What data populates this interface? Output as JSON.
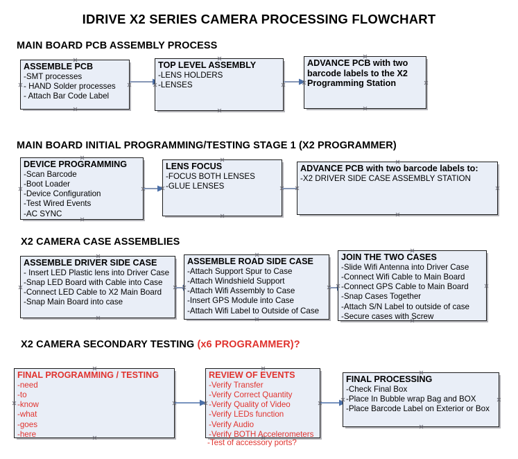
{
  "title": "IDRIVE X2  SERIES CAMERA PROCESSING FLOWCHART",
  "sections": [
    {
      "header": "MAIN BOARD PCB ASSEMBLY PROCESS",
      "header_accent": "",
      "nodes": [
        {
          "title": "ASSEMBLE PCB",
          "lines": [
            "-SMT processes",
            "- HAND Solder processes",
            "- Attach Bar Code Label"
          ]
        },
        {
          "title": "TOP LEVEL ASSEMBLY",
          "lines": [
            "-LENS HOLDERS",
            "-LENSES"
          ]
        },
        {
          "title": "ADVANCE PCB with two barcode labels to the  X2 Programming Station",
          "lines": []
        }
      ]
    },
    {
      "header": "MAIN BOARD INITIAL PROGRAMMING/TESTING STAGE 1 (X2 PROGRAMMER)",
      "header_accent": "",
      "nodes": [
        {
          "title": "DEVICE PROGRAMMING",
          "lines": [
            "-Scan Barcode",
            "-Boot Loader",
            "-Device Configuration",
            "-Test Wired Events",
            "-AC SYNC"
          ]
        },
        {
          "title": "LENS FOCUS",
          "lines": [
            "-FOCUS BOTH LENSES",
            "-GLUE LENSES"
          ]
        },
        {
          "title": "ADVANCE PCB with two barcode labels to:",
          "lines": [
            "-X2 DRIVER  SIDE  CASE  ASSEMBLY STATION"
          ]
        }
      ]
    },
    {
      "header": "X2 CAMERA CASE ASSEMBLIES",
      "header_accent": "",
      "nodes": [
        {
          "title": "ASSEMBLE DRIVER SIDE CASE",
          "lines": [
            "- Insert LED Plastic lens into Driver Case",
            "-Snap LED Board with Cable into Case",
            "-Connect LED Cable to X2 Main Board",
            "-Snap Main Board into case"
          ]
        },
        {
          "title": "ASSEMBLE ROAD SIDE CASE",
          "lines": [
            "-Attach Support Spur to Case",
            "-Attach Windshield Support",
            "-Attach Wifi Assembly to Case",
            "-Insert GPS Module into Case",
            "-Attach Wifi Label to Outside of Case"
          ]
        },
        {
          "title": "JOIN THE TWO CASES",
          "lines": [
            "-Slide Wifi Antenna into Driver Case",
            "-Connect Wifi Cable to Main Board",
            "-Connect GPS Cable to Main Board",
            "-Snap Cases Together",
            "-Attach S/N Label to outside of case",
            "-Secure cases with Screw"
          ]
        }
      ]
    },
    {
      "header": "X2 CAMERA SECONDARY TESTING ",
      "header_accent": "(x6 PROGRAMMER)?",
      "nodes": [
        {
          "title": "FINAL PROGRAMMING / TESTING",
          "lines": [
            "-need",
            "-to",
            "-know",
            "-what",
            "-goes",
            "-here"
          ]
        },
        {
          "title": "REVIEW OF EVENTS",
          "lines": [
            "-Verify Transfer",
            "-Verify Correct Quantity",
            "-Verify Quality of Video",
            "-Verify LEDs function",
            "-Verify Audio",
            "-Verify BOTH Accelerometers"
          ],
          "overflow": "-Test of accessory ports?"
        },
        {
          "title": "FINAL PROCESSING",
          "lines": [
            " -Check Final Box",
            "-Place In Bubble wrap Bag and BOX",
            "-Place Barcode Label on Exterior or Box"
          ]
        }
      ]
    }
  ],
  "colors": {
    "box_fill": "#e9eef7",
    "box_border": "#1b1b1b",
    "accent_red": "#e0332e",
    "connector": "#8596b5",
    "arrowhead": "#4a6fa8",
    "text": "#000000"
  }
}
